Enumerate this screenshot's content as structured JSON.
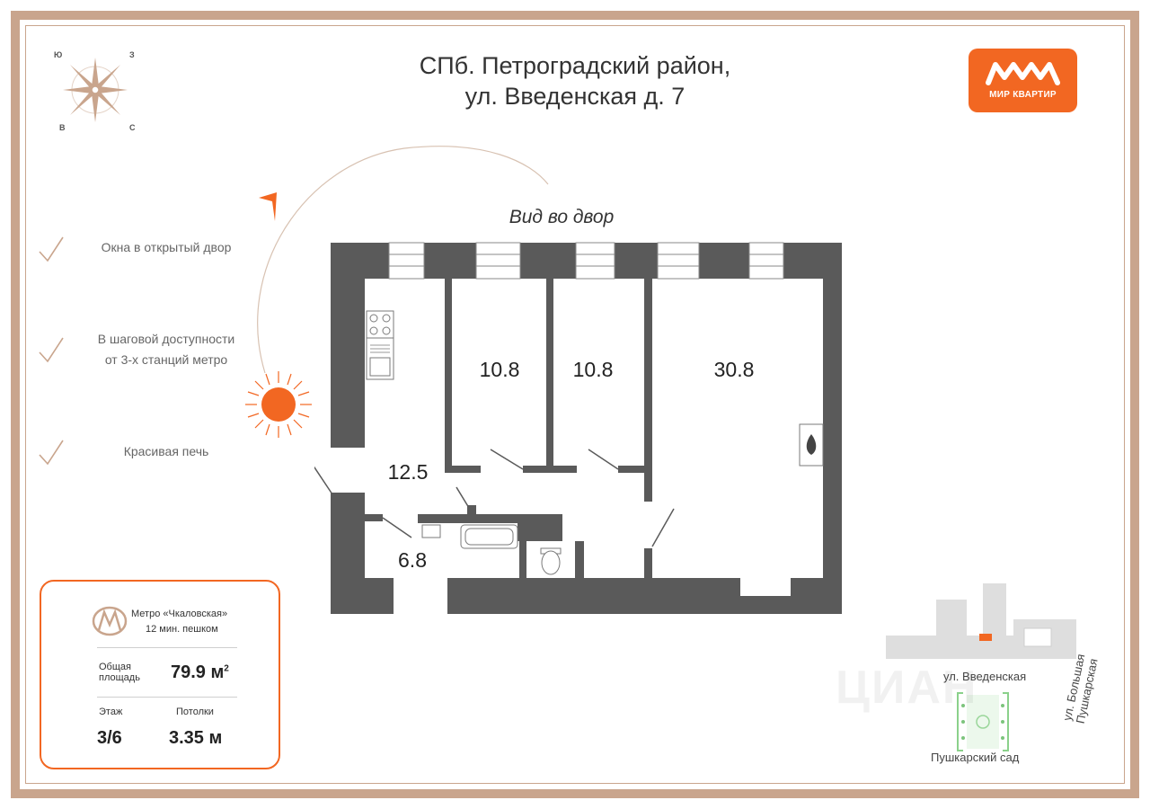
{
  "header": {
    "title_line1": "СПб. Петроградский район,",
    "title_line2": "ул. Введенская д. 7"
  },
  "logo": {
    "text": "МИР КВАРТИР",
    "color": "#f26722"
  },
  "compass": {
    "n": "С",
    "s": "Ю",
    "w": "З",
    "e": "В"
  },
  "view": {
    "label": "Вид во двор"
  },
  "features": [
    {
      "text": "Окна в открытый двор"
    },
    {
      "text_line1": "В шаговой доступности",
      "text_line2": "от 3-х станций метро"
    },
    {
      "text": "Красивая печь"
    }
  ],
  "rooms": [
    {
      "area": "10.8"
    },
    {
      "area": "10.8"
    },
    {
      "area": "30.8"
    },
    {
      "area": "12.5"
    },
    {
      "area": "6.8"
    }
  ],
  "info": {
    "metro_name": "Метро «Чкаловская»",
    "metro_walk": "12 мин. пешком",
    "area_label_line1": "Общая",
    "area_label_line2": "площадь",
    "area_value": "79.9 м",
    "area_unit_sup": "2",
    "floor_label": "Этаж",
    "floor_value": "3/6",
    "ceiling_label": "Потолки",
    "ceiling_value": "3.35 м"
  },
  "map": {
    "street_main": "ул. Введенская",
    "street_side": "ул. Большая Пушкарская",
    "garden": "Пушкарский сад"
  },
  "colors": {
    "accent": "#f26722",
    "frame": "#c9a58d",
    "wall": "#5a5a5a",
    "metro_icon": "#c9a58d"
  }
}
